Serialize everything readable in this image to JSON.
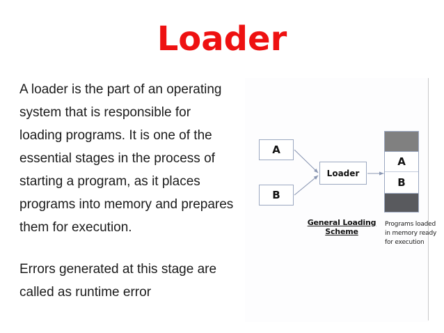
{
  "slide": {
    "title": "Loader",
    "title_color": "#ee1111",
    "background": "#ffffff"
  },
  "body": {
    "paragraph_1": "A loader is the part of an operating system that is responsible for loading programs. It is one of the essential stages in the process of starting a program, as it places programs into memory and prepares them for execution.",
    "paragraph_2": "Errors generated at this stage are called as runtime error"
  },
  "diagram": {
    "input_boxes": [
      {
        "label": "A"
      },
      {
        "label": "B"
      }
    ],
    "processor": {
      "label": "Loader"
    },
    "memory": {
      "cells": [
        {
          "label": "",
          "fill": "#808080"
        },
        {
          "label": "A",
          "fill": "#ffffff"
        },
        {
          "label": "B",
          "fill": "#ffffff"
        },
        {
          "label": "",
          "fill": "#595a5e"
        }
      ]
    },
    "caption_scheme": "General Loading Scheme",
    "caption_memory_lines": [
      "Programs loaded",
      "in memory ready",
      "for execution"
    ],
    "border_color": "#9aa7c0",
    "arrow_color": "#8a97b3"
  }
}
